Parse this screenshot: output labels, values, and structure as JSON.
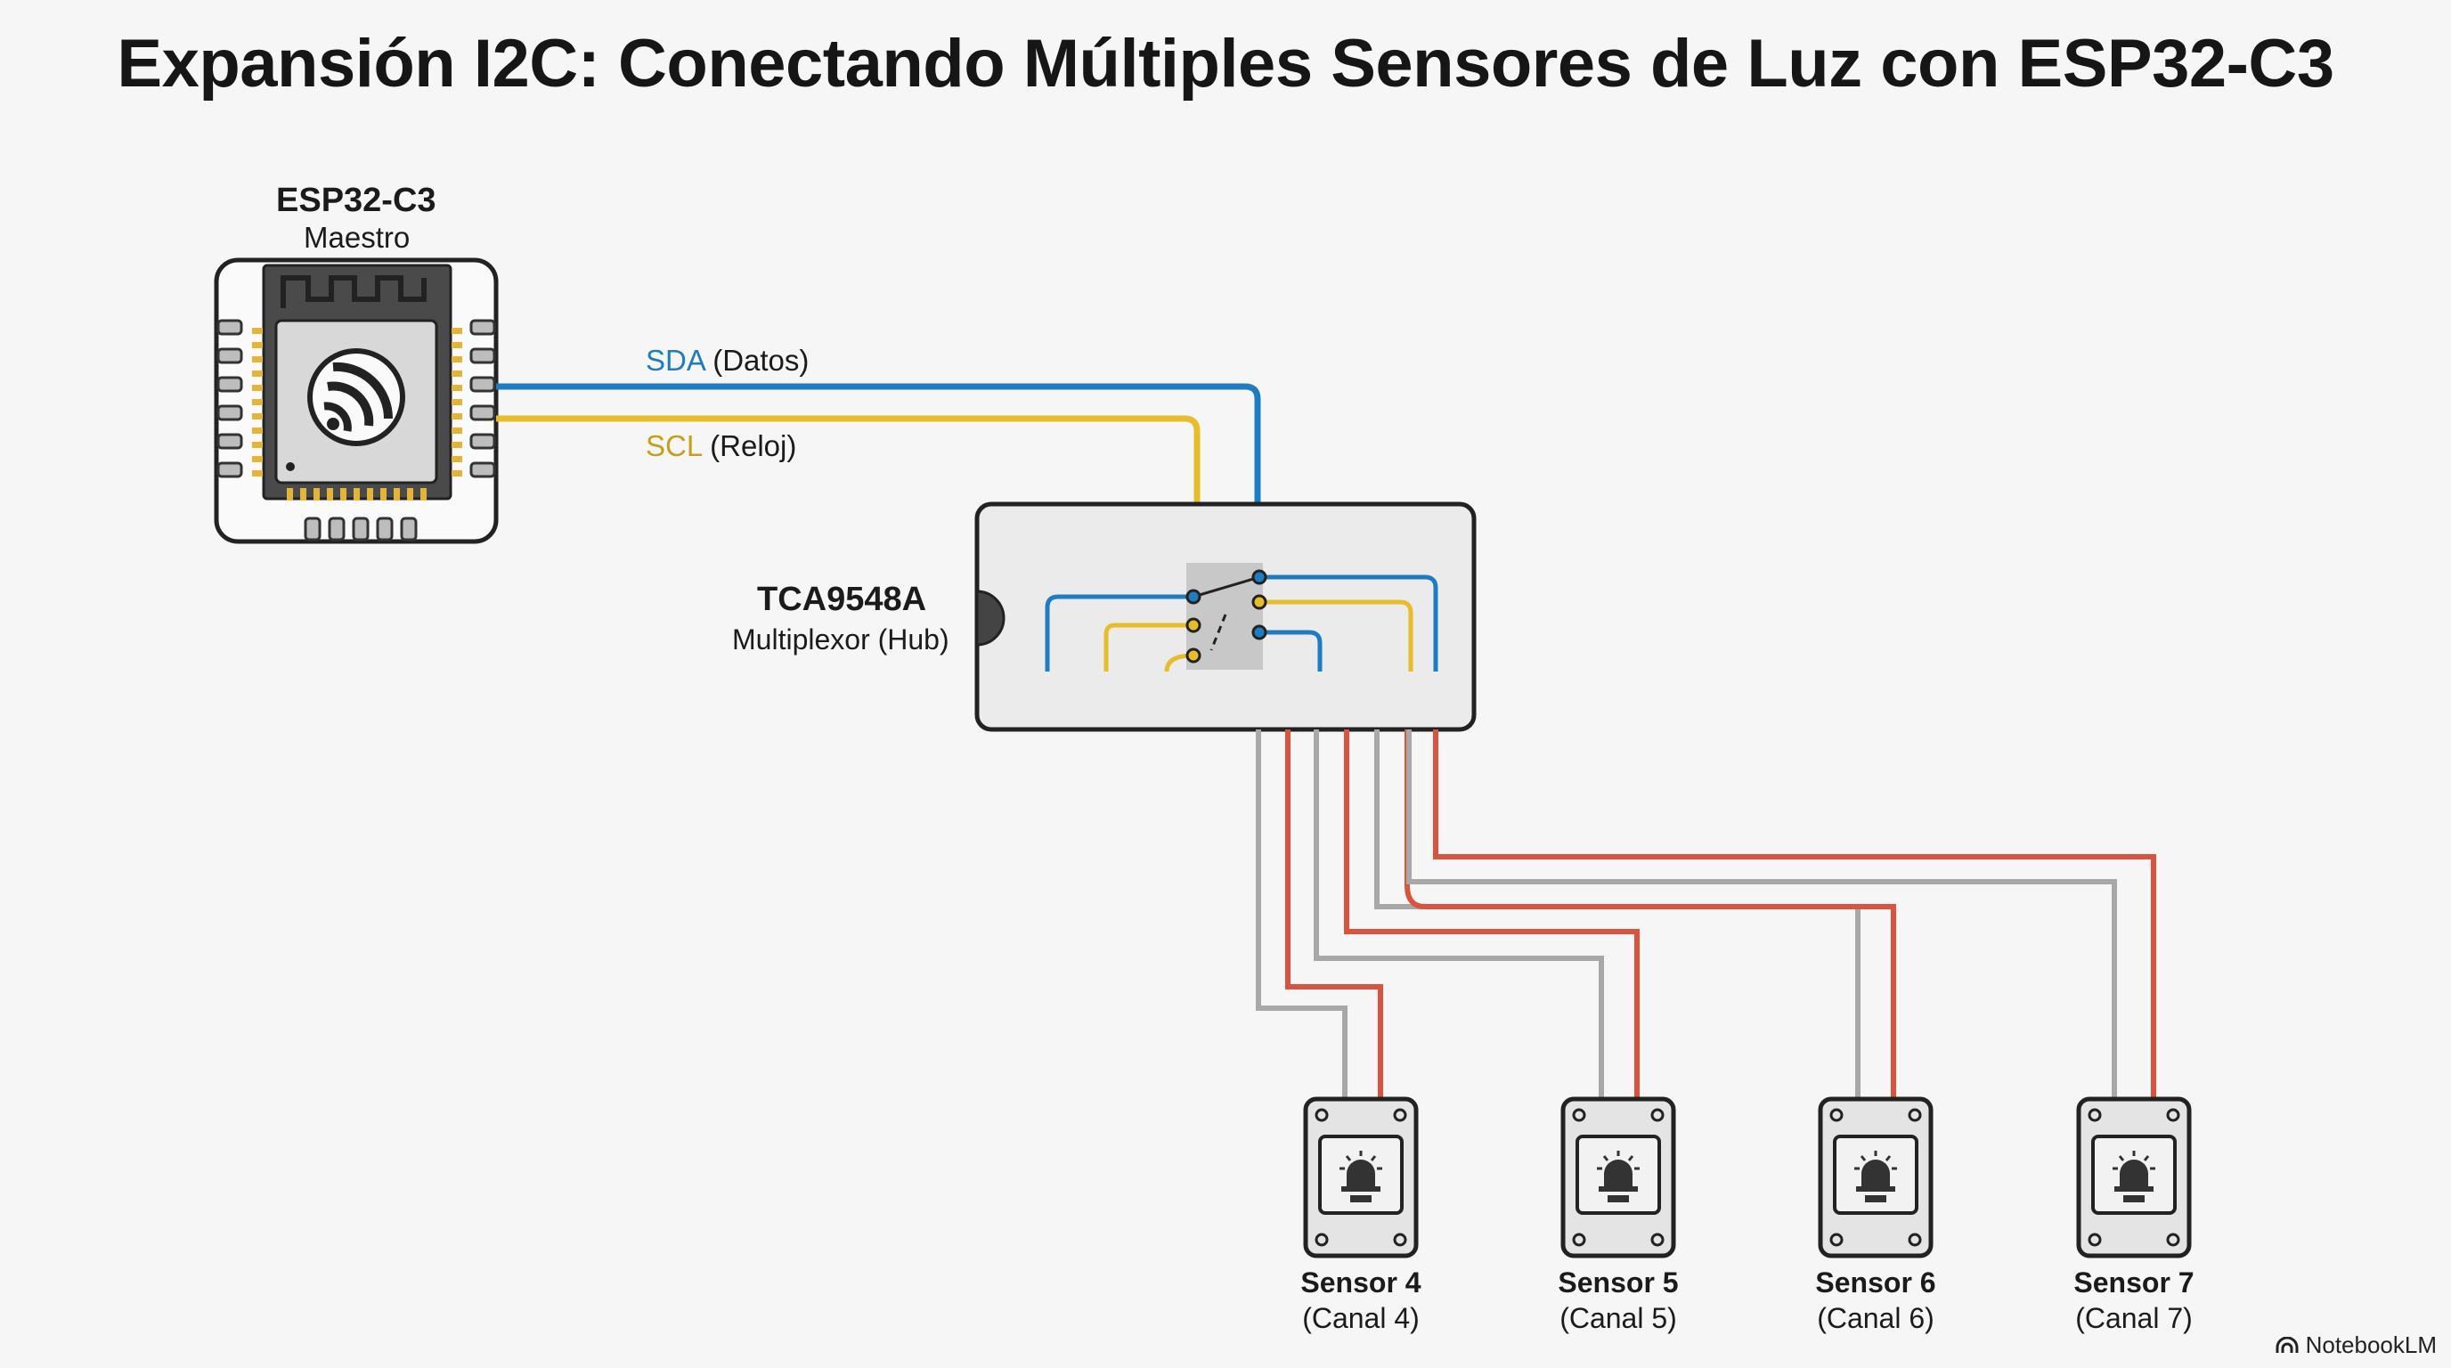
{
  "title": "Expansión I2C: Conectando Múltiples Sensores de Luz con ESP32-C3",
  "master": {
    "name": "ESP32-C3",
    "role": "Maestro"
  },
  "bus": {
    "sda": {
      "signal": "SDA",
      "desc": " (Datos)"
    },
    "scl": {
      "signal": "SCL",
      "desc": " (Reloj)"
    }
  },
  "multiplexer": {
    "name": "TCA9548A",
    "role": "Multiplexor (Hub)"
  },
  "sensors": [
    {
      "name": "Sensor 4",
      "channel": "(Canal 4)"
    },
    {
      "name": "Sensor 5",
      "channel": "(Canal 5)"
    },
    {
      "name": "Sensor 6",
      "channel": "(Canal 6)"
    },
    {
      "name": "Sensor 7",
      "channel": "(Canal 7)"
    }
  ],
  "brand": "NotebookLM",
  "colors": {
    "sda": "#1f7cc0",
    "scl": "#e8bd2b",
    "wire_gray": "#a8a8a8",
    "wire_red": "#d9533e",
    "outline": "#222222"
  },
  "icons": {
    "master": "espressif-logo-icon",
    "sensor": "light-sensor-icon",
    "brand": "notebooklm-logo-icon"
  }
}
